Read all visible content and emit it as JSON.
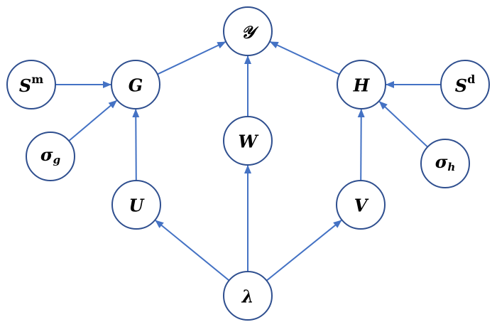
{
  "colors": {
    "edge": "#4472C4",
    "node_stroke": "#2F4F8F",
    "node_fill": "#ffffff",
    "text": "#000000"
  },
  "nodes": {
    "Y": {
      "label": "𝒴"
    },
    "G": {
      "label": "G"
    },
    "H": {
      "label": "H"
    },
    "W": {
      "label": "W"
    },
    "U": {
      "label": "U"
    },
    "V": {
      "label": "V"
    },
    "Sm": {
      "base": "S",
      "sup": "m"
    },
    "Sd": {
      "base": "S",
      "sup": "d"
    },
    "sg": {
      "base": "σ",
      "sub": "g"
    },
    "sh": {
      "base": "σ",
      "sub": "h"
    },
    "lam": {
      "label": "λ"
    }
  },
  "edges": [
    {
      "from": "Sm",
      "to": "G"
    },
    {
      "from": "sg",
      "to": "G"
    },
    {
      "from": "U",
      "to": "G"
    },
    {
      "from": "G",
      "to": "Y"
    },
    {
      "from": "W",
      "to": "Y"
    },
    {
      "from": "H",
      "to": "Y"
    },
    {
      "from": "Sd",
      "to": "H"
    },
    {
      "from": "sh",
      "to": "H"
    },
    {
      "from": "V",
      "to": "H"
    },
    {
      "from": "lam",
      "to": "U"
    },
    {
      "from": "lam",
      "to": "W"
    },
    {
      "from": "lam",
      "to": "V"
    }
  ]
}
